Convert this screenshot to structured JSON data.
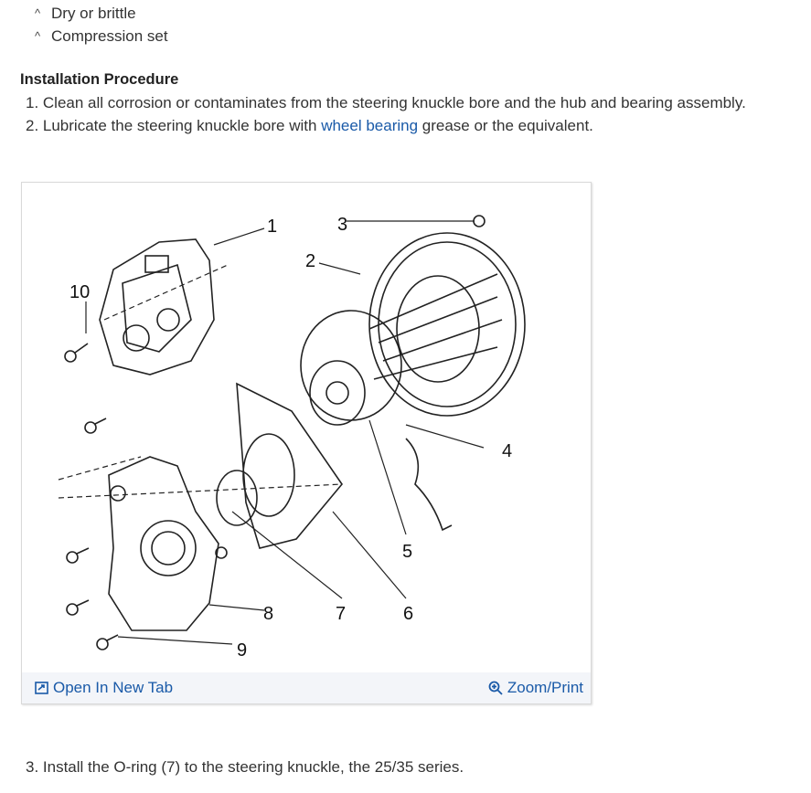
{
  "bullets": [
    {
      "text": "Dry or brittle"
    },
    {
      "text": "Compression set"
    }
  ],
  "section_title": "Installation Procedure",
  "steps": {
    "s1": "1. Clean all corrosion or contaminates from the steering knuckle bore and the hub and bearing assembly.",
    "s2_pre": "2. Lubricate the steering knuckle bore with ",
    "s2_link": "wheel bearing",
    "s2_post": " grease or the equivalent.",
    "s3": "3. Install the O-ring (7) to the steering knuckle, the 25/35 series."
  },
  "figure": {
    "callouts": {
      "c1": "1",
      "c2": "2",
      "c3": "3",
      "c4": "4",
      "c5": "5",
      "c6": "6",
      "c7": "7",
      "c8": "8",
      "c9": "9",
      "c10": "10"
    },
    "open_label": "Open In New Tab",
    "zoom_label": "Zoom/Print"
  },
  "colors": {
    "link": "#1a5aa8",
    "bar": "#f3f5f9"
  },
  "icons": {
    "bullet": "caret-up-icon",
    "open": "open-new-tab-icon",
    "zoom": "zoom-icon"
  }
}
